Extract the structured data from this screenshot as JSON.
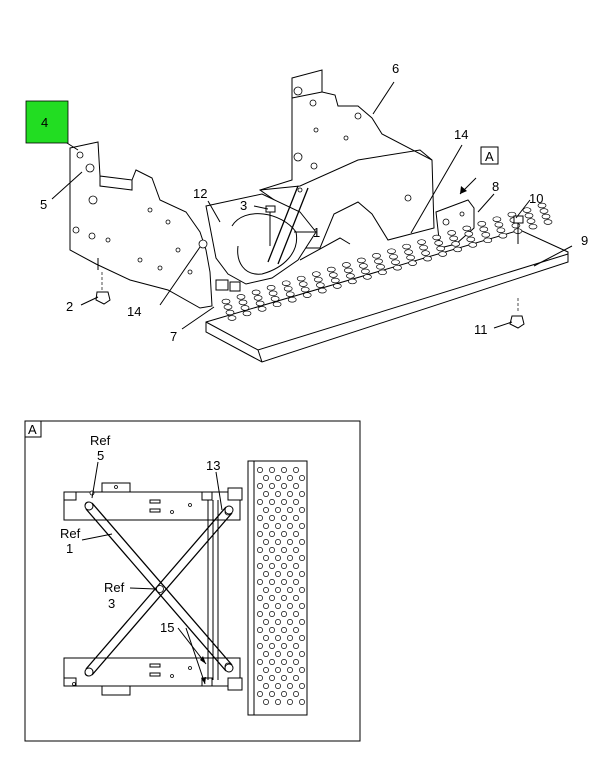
{
  "callouts": {
    "c1": "1",
    "c2": "2",
    "c3": "3",
    "c4": "4",
    "c5": "5",
    "c6": "6",
    "c7": "7",
    "c8": "8",
    "c9": "9",
    "c10": "10",
    "c11": "11",
    "c12": "12",
    "c14a": "14",
    "c14b": "14",
    "viewA": "A"
  },
  "detail": {
    "view_label": "A",
    "ref5_ref": "Ref",
    "ref5_num": "5",
    "ref1_ref": "Ref",
    "ref1_num": "1",
    "ref3_ref": "Ref",
    "ref3_num": "3",
    "c13": "13",
    "c15": "15"
  },
  "colors": {
    "highlight": "#22dd22"
  }
}
